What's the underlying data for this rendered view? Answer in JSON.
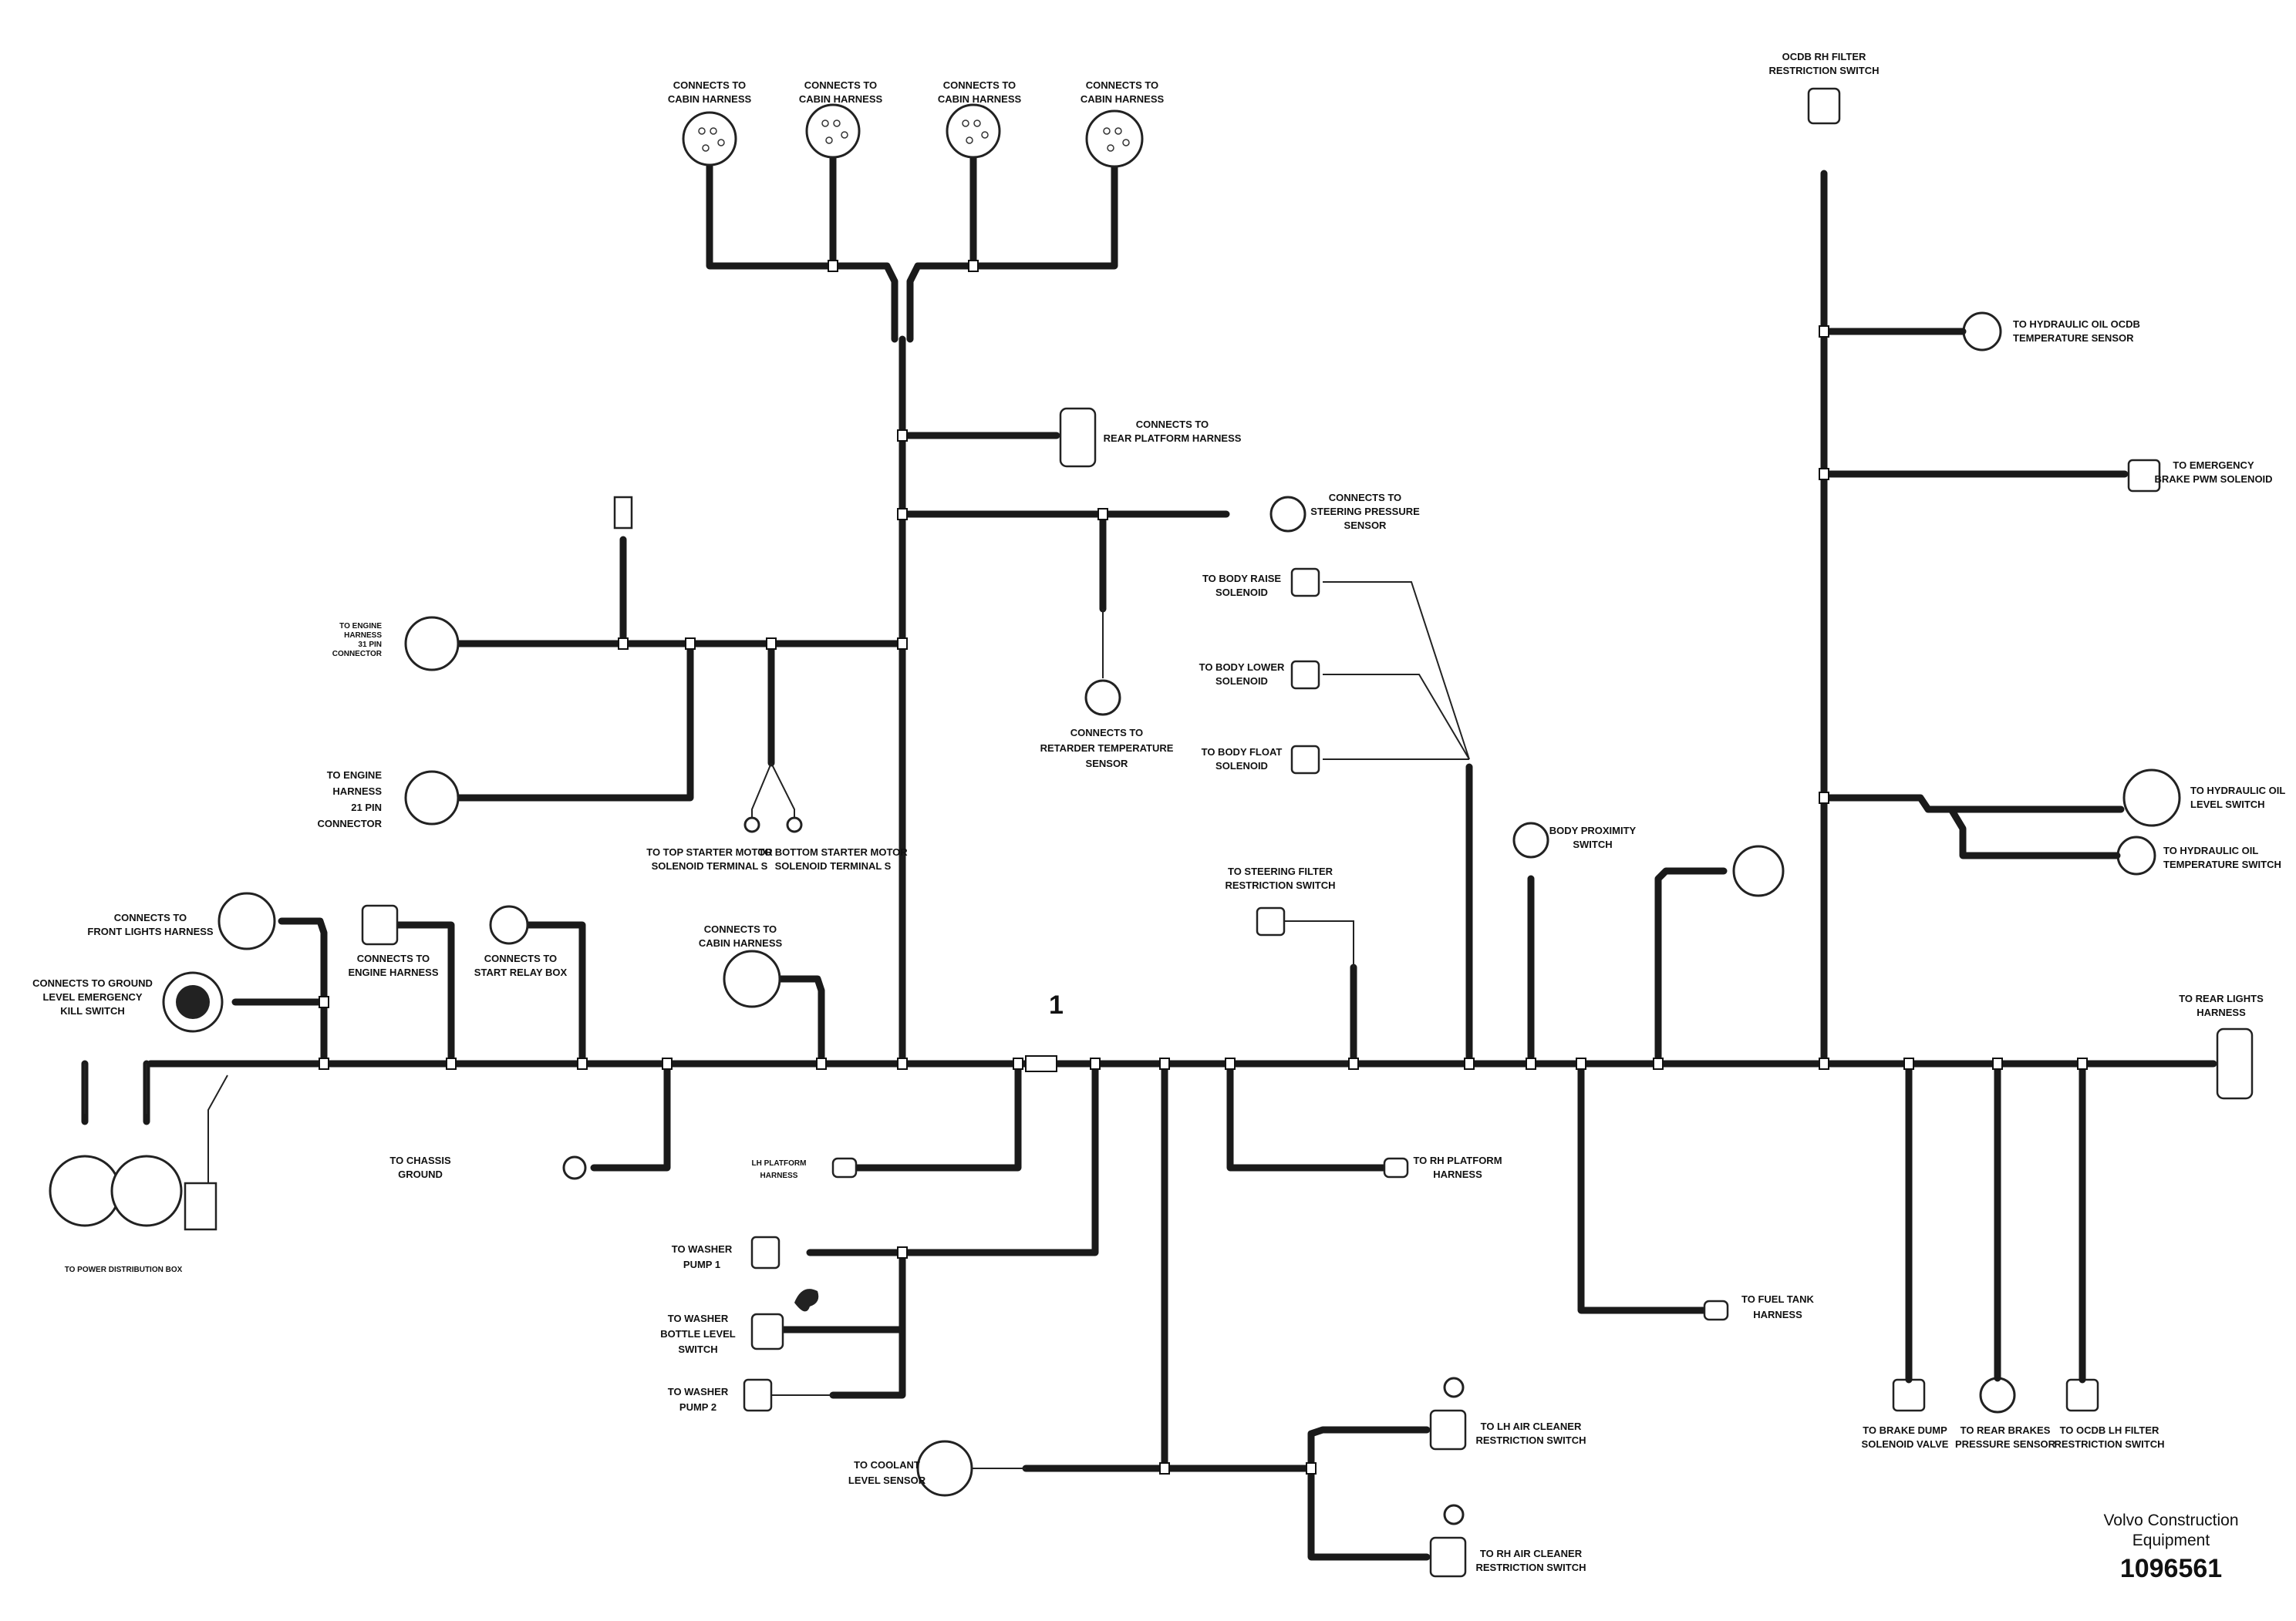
{
  "item_number": "1",
  "footer": {
    "brand_line1": "Volvo Construction",
    "brand_line2": "Equipment",
    "part_number": "1096561"
  },
  "labels": {
    "cabin1": [
      "CONNECTS TO",
      "CABIN HARNESS"
    ],
    "cabin2": [
      "CONNECTS TO",
      "CABIN HARNESS"
    ],
    "cabin3": [
      "CONNECTS TO",
      "CABIN HARNESS"
    ],
    "cabin4": [
      "CONNECTS TO",
      "CABIN HARNESS"
    ],
    "rear_platform": [
      "CONNECTS TO",
      "REAR PLATFORM HARNESS"
    ],
    "steering_pressure": [
      "CONNECTS TO",
      "STEERING PRESSURE",
      "SENSOR"
    ],
    "engine31": [
      "TO ENGINE",
      "HARNESS",
      "31 PIN",
      "CONNECTOR"
    ],
    "engine21": [
      "TO ENGINE",
      "HARNESS",
      "21 PIN",
      "CONNECTOR"
    ],
    "top_starter": [
      "TO TOP STARTER MOTOR",
      "SOLENOID TERMINAL S"
    ],
    "bottom_starter": [
      "TO BOTTOM STARTER MOTOR",
      "SOLENOID TERMINAL S"
    ],
    "retarder_temp": [
      "CONNECTS TO",
      "RETARDER TEMPERATURE",
      "SENSOR"
    ],
    "body_raise": [
      "TO BODY RAISE",
      "SOLENOID"
    ],
    "body_lower": [
      "TO BODY LOWER",
      "SOLENOID"
    ],
    "body_float": [
      "TO BODY FLOAT",
      "SOLENOID"
    ],
    "body_proximity": [
      "BODY PROXIMITY",
      "SWITCH"
    ],
    "steering_filter": [
      "TO STEERING FILTER",
      "RESTRICTION SWITCH"
    ],
    "ocdb_rh_filter": [
      "OCDB RH FILTER",
      "RESTRICTION SWITCH"
    ],
    "hyd_oil_ocdb_temp": [
      "TO HYDRAULIC OIL OCDB",
      "TEMPERATURE SENSOR"
    ],
    "emergency_brake_pwm": [
      "TO EMERGENCY",
      "BRAKE PWM SOLENOID"
    ],
    "hyd_oil_level": [
      "TO HYDRAULIC OIL",
      "LEVEL SWITCH"
    ],
    "hyd_oil_temp": [
      "TO HYDRAULIC OIL",
      "TEMPERATURE SWITCH"
    ],
    "front_lights": [
      "CONNECTS TO",
      "FRONT LIGHTS HARNESS"
    ],
    "ground_kill": [
      "CONNECTS TO GROUND",
      "LEVEL EMERGENCY",
      "KILL SWITCH"
    ],
    "engine_harness": [
      "CONNECTS TO",
      "ENGINE HARNESS"
    ],
    "start_relay": [
      "CONNECTS TO",
      "START RELAY BOX"
    ],
    "cabin5": [
      "CONNECTS TO",
      "CABIN HARNESS"
    ],
    "rear_lights": [
      "TO REAR LIGHTS",
      "HARNESS"
    ],
    "power_dist": [
      "TO POWER DISTRIBUTION BOX"
    ],
    "chassis_ground": [
      "TO CHASSIS",
      "GROUND"
    ],
    "lh_platform": [
      "LH PLATFORM",
      "HARNESS"
    ],
    "rh_platform": [
      "TO RH PLATFORM",
      "HARNESS"
    ],
    "washer_pump1": [
      "TO WASHER",
      "PUMP 1"
    ],
    "washer_level": [
      "TO WASHER",
      "BOTTLE LEVEL",
      "SWITCH"
    ],
    "washer_pump2": [
      "TO WASHER",
      "PUMP 2"
    ],
    "coolant_level": [
      "TO COOLANT",
      "LEVEL SENSOR"
    ],
    "lh_air_cleaner": [
      "TO LH AIR CLEANER",
      "RESTRICTION SWITCH"
    ],
    "rh_air_cleaner": [
      "TO RH AIR CLEANER",
      "RESTRICTION SWITCH"
    ],
    "fuel_tank": [
      "TO FUEL TANK",
      "HARNESS"
    ],
    "brake_dump": [
      "TO BRAKE DUMP",
      "SOLENOID VALVE"
    ],
    "rear_brakes": [
      "TO REAR BRAKES",
      "PRESSURE SENSOR"
    ],
    "ocdb_lh_filter": [
      "TO OCDB LH FILTER",
      "RESTRICTION SWITCH"
    ]
  }
}
